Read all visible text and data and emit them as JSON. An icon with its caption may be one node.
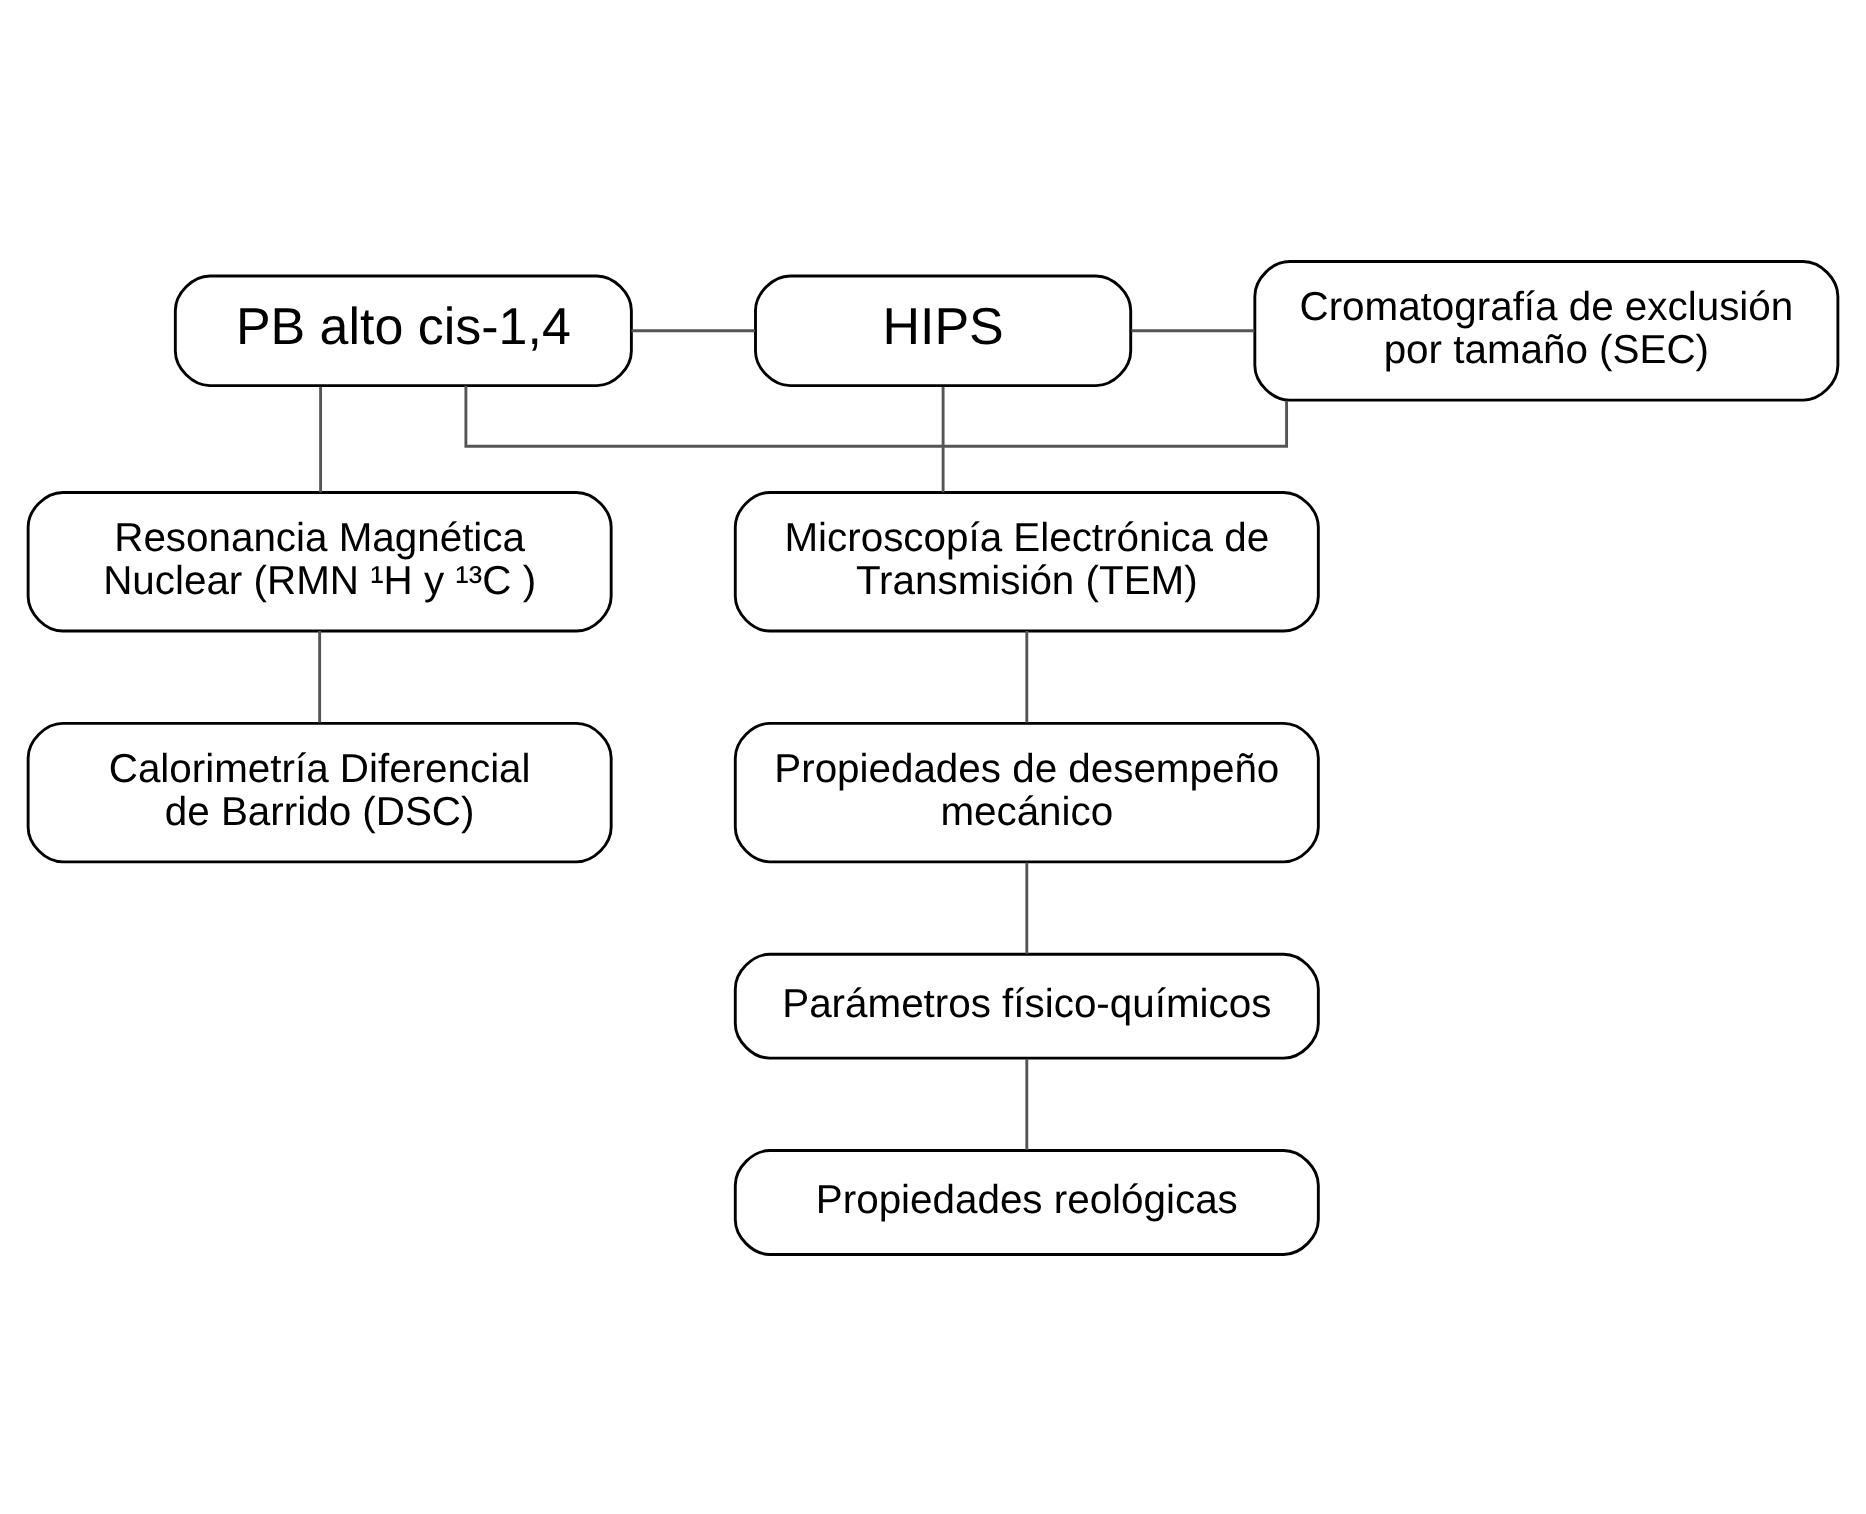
{
  "diagram": {
    "nodes": [
      {
        "text": [
          "PB alto cis-1,4"
        ]
      },
      {
        "text": [
          "HIPS"
        ]
      },
      {
        "text": [
          "Cromatografía de exclusión por tamaño (SEC)"
        ]
      },
      {
        "text": [
          "Resonancia Magnética Nuclear (RMN ¹H y ¹³C )"
        ]
      },
      {
        "text": [
          "Calorimetría Diferencial de Barrido (DSC)"
        ]
      },
      {
        "text": [
          "Microscopía Electrónica de Transmisión (TEM)"
        ]
      },
      {
        "text": [
          "Propiedades de desempeño mecánico"
        ]
      },
      {
        "text": [
          "Parámetros físico-químicos"
        ]
      },
      {
        "text": [
          "Propiedades reológicas"
        ]
      }
    ],
    "edges": [
      {
        "from": 0,
        "to": 1,
        "arrow": "none"
      },
      {
        "from": 0,
        "to": 2,
        "arrow": "none"
      },
      {
        "from": 1,
        "to": 2,
        "arrow": "none"
      },
      {
        "from": 0,
        "to": 3,
        "arrow": "none"
      },
      {
        "from": 3,
        "to": 4,
        "arrow": "none"
      },
      {
        "from": 1,
        "to": 5,
        "arrow": "none"
      },
      {
        "from": 5,
        "to": 6,
        "arrow": "none"
      },
      {
        "from": 6,
        "to": 7,
        "arrow": "none"
      },
      {
        "from": 7,
        "to": 8,
        "arrow": "none"
      }
    ]
  }
}
